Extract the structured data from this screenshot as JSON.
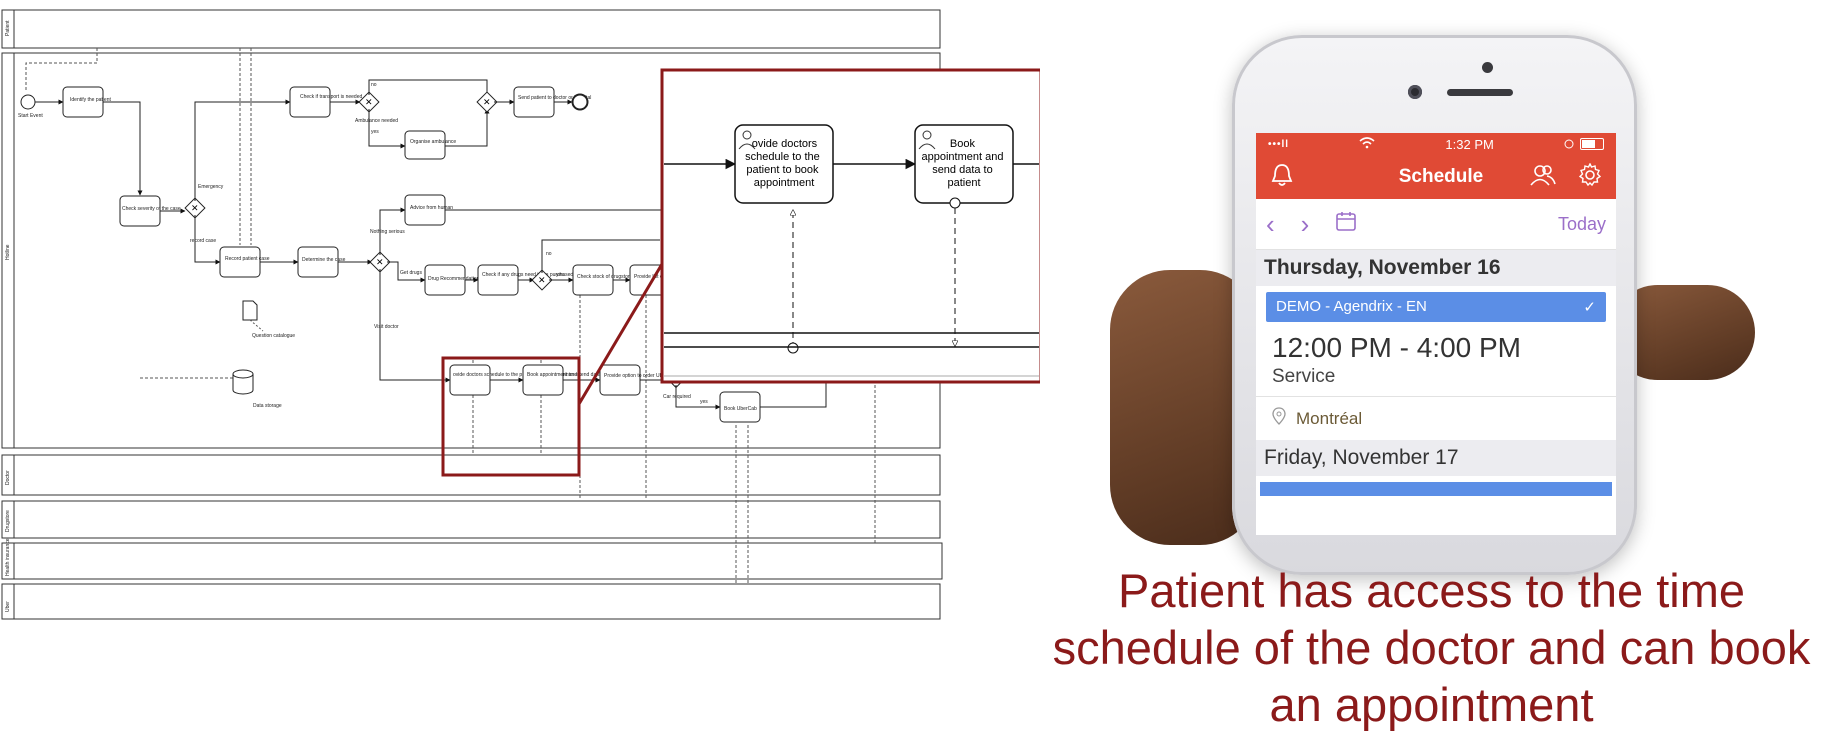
{
  "diagram": {
    "lanes": [
      "Patient",
      "Hotline",
      "Doctor",
      "Drugstore",
      "Health insurance",
      "Uber"
    ],
    "events": {
      "start_label": "Start Event"
    },
    "tasks": {
      "identify": "Identify the patient",
      "severity": "Check severity of the case",
      "transport": "Check if transport is needed",
      "organise": "Organise ambulance",
      "send_patient": "Send patient to doctor or hospital",
      "record": "Record patient case",
      "determine": "Determine the case",
      "advice": "Advice from human",
      "drug_rec": "Drug Recommendation",
      "check_drugs": "Check if any drugs need to be purchased",
      "check_stock": "Check stock of drugstore",
      "provide_schedule": "ovide doctors schedule to the patient to book appointment",
      "book": "Book appointment and send data to patient",
      "uber_option": "Provide option to order UberCab",
      "book_uber": "Book UberCab",
      "provide_list": "Provide list of drugs"
    },
    "flow_labels": {
      "emergency": "Emergency",
      "ambulance_needed": "Ambulance needed",
      "no": "no",
      "yes": "yes",
      "record_case": "record case",
      "nothing_serious": "Nothing serious",
      "get_drugs": "Get drugs",
      "visit_doctor": "Visit doctor",
      "car_required": "Car required"
    },
    "artifacts": {
      "questionnaire": "Question catalogue",
      "storage": "Data storage"
    },
    "zoom": {
      "task1": [
        "ovide doctors",
        "schedule to the",
        "patient to book",
        "appointment"
      ],
      "task2": [
        "Book",
        "appointment and",
        "send data to",
        "patient"
      ]
    }
  },
  "phone": {
    "status": {
      "signal": "•••ll",
      "time": "1:32 PM"
    },
    "appbar": {
      "title": "Schedule"
    },
    "nav": {
      "today": "Today"
    },
    "days": [
      {
        "header": "Thursday, November 16",
        "shift_label": "DEMO - Agendrix - EN",
        "time": "12:00 PM - 4:00 PM",
        "role": "Service",
        "location": "Montréal"
      },
      {
        "header": "Friday, November 17"
      }
    ],
    "colors": {
      "appbar": "#e04a35",
      "shift": "#5b8ee6",
      "accent": "#9b6fc9"
    }
  },
  "caption": {
    "lines": [
      "Patient has access to the time",
      "schedule of  the doctor and can book",
      "an appointment"
    ],
    "color": "#8b1a1a"
  }
}
